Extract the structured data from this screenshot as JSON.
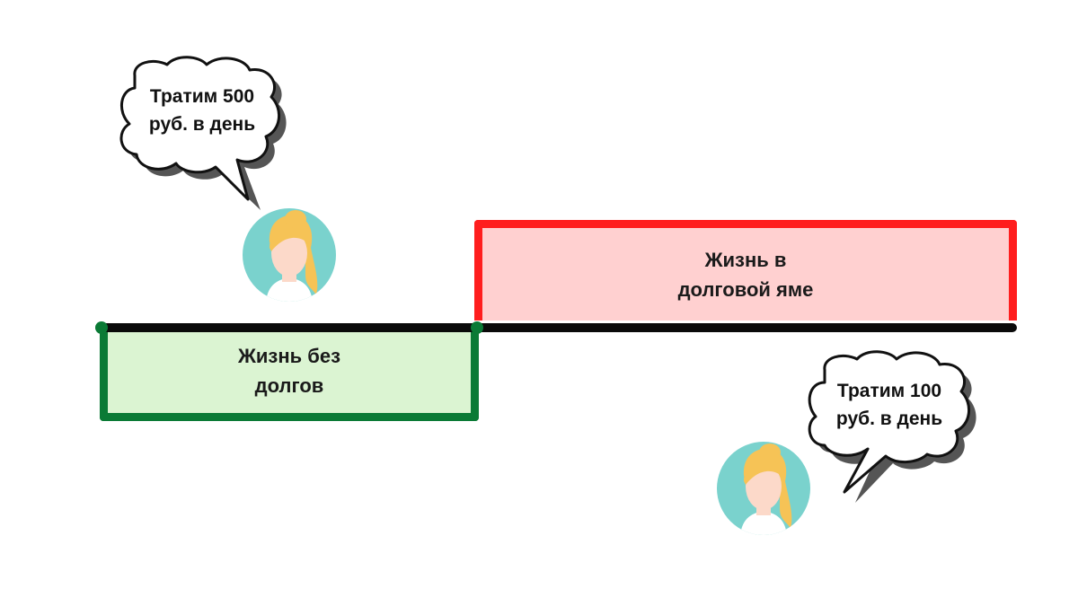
{
  "boxes": {
    "debt_free": {
      "label": "Жизнь без\nдолгов",
      "fill": "#dbf4d2",
      "border": "#0a7a35"
    },
    "debt_pit": {
      "label": "Жизнь в\nдолговой яме",
      "fill": "#ffd0d0",
      "border": "#ff1e1e"
    }
  },
  "timeline": {
    "color": "#0a0a0a"
  },
  "bubbles": [
    {
      "text": "Тратим 500\nруб. в день"
    },
    {
      "text": "Тратим 100\nруб. в день"
    }
  ],
  "avatars": [
    {
      "icon": "woman-avatar-icon",
      "bg": "#7ad2cd",
      "hair": "#f6c356",
      "skin": "#fcd9c9"
    },
    {
      "icon": "woman-avatar-icon",
      "bg": "#7ad2cd",
      "hair": "#f6c356",
      "skin": "#fcd9c9"
    }
  ]
}
